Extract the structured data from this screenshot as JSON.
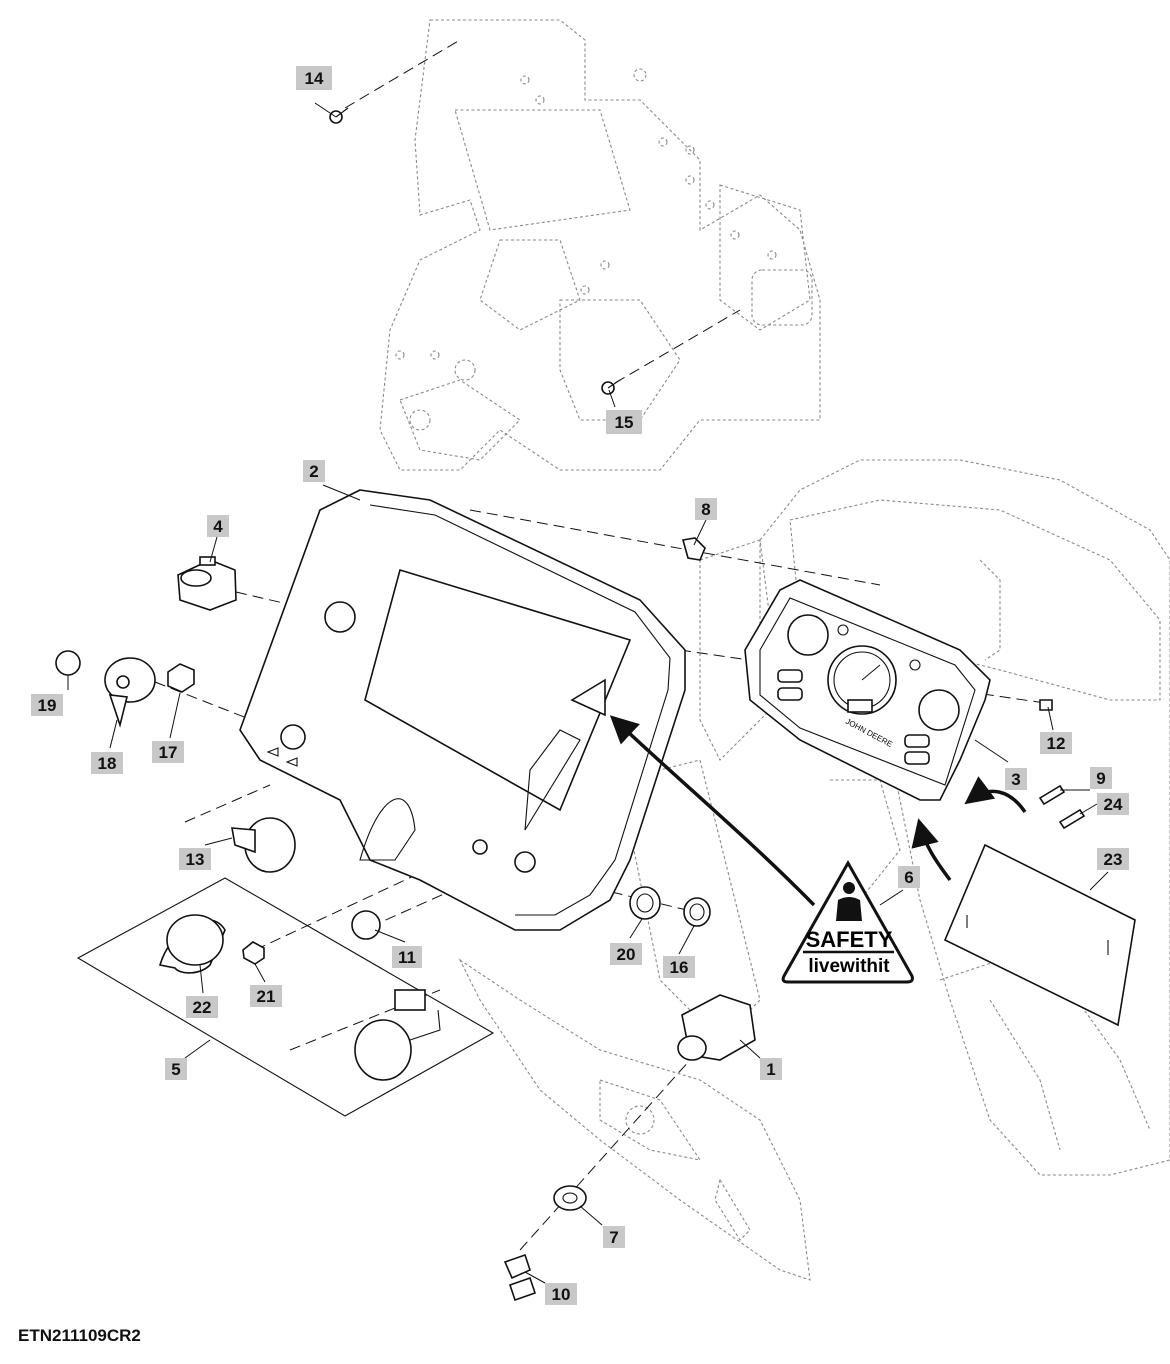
{
  "diagram": {
    "reference_code": "ETN211109CR2",
    "callouts": [
      "1",
      "2",
      "3",
      "4",
      "5",
      "6",
      "7",
      "8",
      "9",
      "10",
      "11",
      "12",
      "13",
      "14",
      "15",
      "16",
      "17",
      "18",
      "19",
      "20",
      "21",
      "22",
      "23",
      "24"
    ],
    "safety_decal": {
      "line1": "SAFETY",
      "line2": "livewithit"
    },
    "cluster_brand": "JOHN DEERE"
  }
}
